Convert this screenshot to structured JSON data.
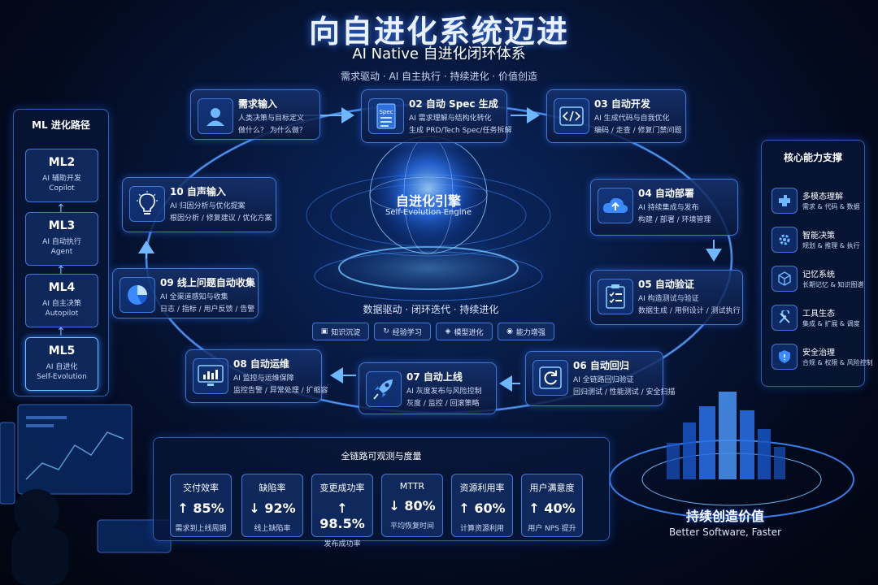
{
  "header": {
    "title": "向自进化系统迈进",
    "subtitle": "AI Native 自进化闭环体系",
    "tagline": "需求驱动 · AI 自主执行 · 持续进化 · 价值创造"
  },
  "engine": {
    "title": "自进化引擎",
    "subtitle": "Self-Evolution Engine"
  },
  "core": {
    "tagline": "数据驱动 · 闭环迭代 · 持续进化",
    "pills": [
      "知识沉淀",
      "经验学习",
      "模型进化",
      "能力增强"
    ]
  },
  "steps": [
    {
      "title": "需求输入",
      "line1": "人类决策与目标定义",
      "line2": "做什么？ 为什么做？",
      "icon": "user-icon"
    },
    {
      "title": "02 自动 Spec 生成",
      "line1": "AI 需求理解与结构化转化",
      "line2": "生成 PRD/Tech Spec/任务拆解",
      "icon": "spec-document-icon",
      "icon_text": "Spec"
    },
    {
      "title": "03 自动开发",
      "line1": "AI 生成代码与自我优化",
      "line2": "编码 / 走查 / 修复门禁问题",
      "icon": "code-icon"
    },
    {
      "title": "04 自动部署",
      "line1": "AI 持续集成与发布",
      "line2": "构建 / 部署 / 环境管理",
      "icon": "cloud-upload-icon"
    },
    {
      "title": "05 自动验证",
      "line1": "AI 构造测试与验证",
      "line2": "数据生成 / 用例设计 / 测试执行",
      "icon": "checklist-icon"
    },
    {
      "title": "06 自动回归",
      "line1": "AI 全链路回归验证",
      "line2": "回归测试 / 性能测试 / 安全扫描",
      "icon": "refresh-icon"
    },
    {
      "title": "07 自动上线",
      "line1": "AI 灰度发布与风险控制",
      "line2": "灰度 / 监控 / 回滚策略",
      "icon": "rocket-icon"
    },
    {
      "title": "08 自动运维",
      "line1": "AI 监控与运维保障",
      "line2": "监控告警 / 异常处理 / 扩缩容",
      "icon": "monitor-chart-icon"
    },
    {
      "title": "09 线上问题自动收集",
      "line1": "AI 全渠道感知与收集",
      "line2": "日志 / 指标 / 用户反馈 / 告警",
      "icon": "pie-chart-icon"
    },
    {
      "title": "10 自声输入",
      "line1": "AI 归因分析与优化提案",
      "line2": "根因分析 / 修复建议 / 优化方案",
      "icon": "lightbulb-icon"
    }
  ],
  "ml_path": {
    "title": "ML 进化路径",
    "levels": [
      {
        "name": "ML2",
        "desc": "AI 辅助开发",
        "en": "Copilot"
      },
      {
        "name": "ML3",
        "desc": "AI 自动执行",
        "en": "Agent"
      },
      {
        "name": "ML4",
        "desc": "AI 自主决策",
        "en": "Autopilot"
      },
      {
        "name": "ML5",
        "desc": "AI 自进化",
        "en": "Self-Evolution"
      }
    ]
  },
  "capabilities": {
    "title": "核心能力支撑",
    "items": [
      {
        "name": "多模态理解",
        "desc": "需求 & 代码 & 数据",
        "icon": "puzzle-icon"
      },
      {
        "name": "智能决策",
        "desc": "规划 & 推理 & 执行",
        "icon": "gear-icon"
      },
      {
        "name": "记忆系统",
        "desc": "长期记忆 & 知识图谱",
        "icon": "cube-icon"
      },
      {
        "name": "工具生态",
        "desc": "集成 & 扩展 & 调度",
        "icon": "tools-icon"
      },
      {
        "name": "安全治理",
        "desc": "合规 & 权限 & 风险控制",
        "icon": "shield-icon"
      }
    ]
  },
  "observability": {
    "title": "全链路可观测与度量",
    "metrics": [
      {
        "name": "交付效率",
        "value": "↑ 85%",
        "desc": "需求到上线周期"
      },
      {
        "name": "缺陷率",
        "value": "↓ 92%",
        "desc": "线上缺陷率"
      },
      {
        "name": "变更成功率",
        "value": "↑ 98.5%",
        "desc": "发布成功率"
      },
      {
        "name": "MTTR",
        "value": "↓ 80%",
        "desc": "平均恢复时间"
      },
      {
        "name": "资源利用率",
        "value": "↑ 60%",
        "desc": "计算资源利用"
      },
      {
        "name": "用户满意度",
        "value": "↑ 40%",
        "desc": "用户 NPS 提升"
      }
    ]
  },
  "value": {
    "title": "持续创造价值",
    "subtitle": "Better Software, Faster"
  },
  "colors": {
    "accent": "#3f78d8",
    "glow": "#4da3ff",
    "background": "#030a1e"
  }
}
